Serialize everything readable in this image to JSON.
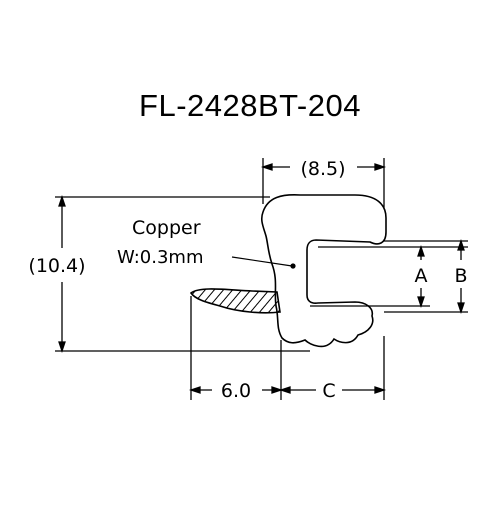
{
  "title": "FL-2428BT-204",
  "annotations": {
    "material": "Copper",
    "wall": "W:0.3mm"
  },
  "dimensions": {
    "top_width": "(8.5)",
    "height": "(10.4)",
    "bottom_left": "6.0",
    "bottom_right": "C",
    "inner_a": "A",
    "inner_b": "B"
  }
}
